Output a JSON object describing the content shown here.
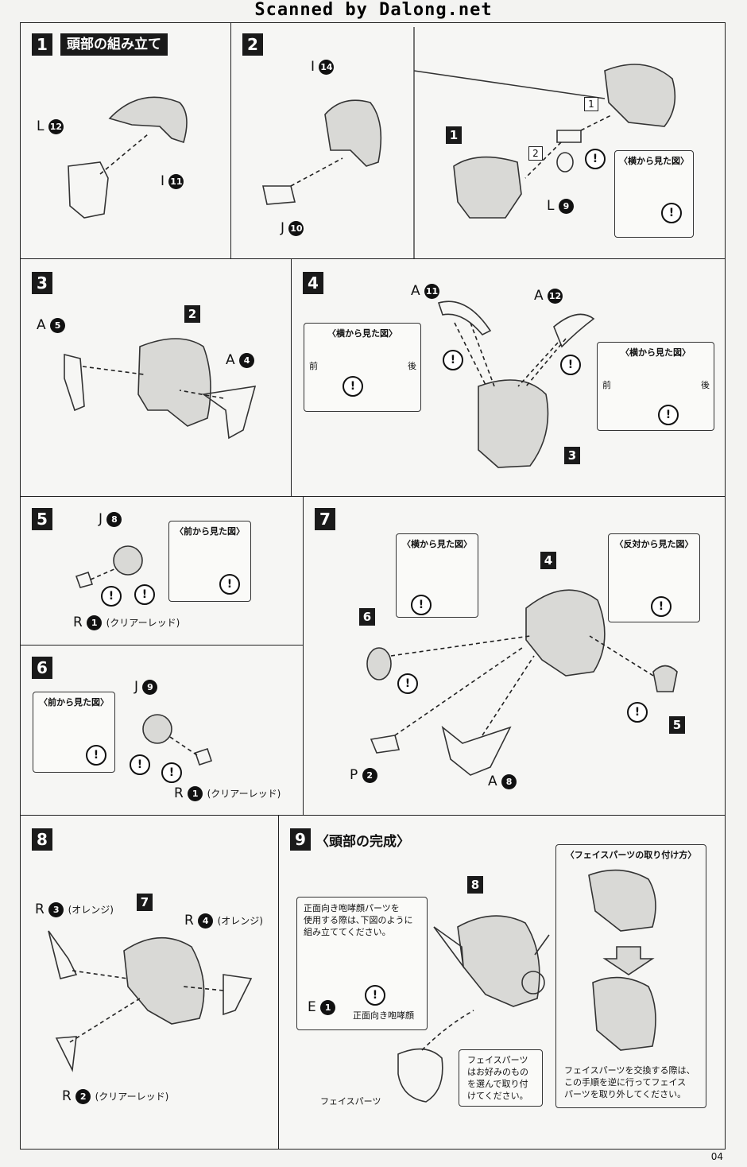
{
  "header": {
    "text": "Scanned by Dalong.net"
  },
  "page_number": "04",
  "steps": {
    "s1": {
      "num": "1",
      "title": "頭部の組み立て",
      "labels": {
        "L12": "L",
        "I11": "I"
      },
      "parts": {
        "L12_n": "12",
        "I11_n": "11"
      }
    },
    "s2": {
      "num": "2",
      "labels": {
        "I14": "I",
        "J10": "J",
        "L9": "L"
      },
      "nums": {
        "I14_n": "14",
        "J10_n": "10",
        "L9_n": "9",
        "ref1": "1",
        "box1": "1",
        "box2": "2"
      },
      "callout_title": "〈横から見た図〉"
    },
    "s3": {
      "num": "3",
      "labels": {
        "A5": "A",
        "A4": "A"
      },
      "nums": {
        "A5_n": "5",
        "A4_n": "4",
        "ref2": "2"
      }
    },
    "s4": {
      "num": "4",
      "labels": {
        "A11": "A",
        "A12": "A"
      },
      "nums": {
        "A11_n": "11",
        "A12_n": "12",
        "ref3": "3"
      },
      "callout_left": {
        "title": "〈横から見た図〉",
        "front": "前",
        "back": "後"
      },
      "callout_right": {
        "title": "〈横から見た図〉",
        "front": "前",
        "back": "後"
      }
    },
    "s5": {
      "num": "5",
      "labels": {
        "J8": "J",
        "R1": "R"
      },
      "nums": {
        "J8_n": "8",
        "R1_n": "1"
      },
      "r_note": "(クリアーレッド)",
      "callout_title": "〈前から見た図〉"
    },
    "s6": {
      "num": "6",
      "labels": {
        "J9": "J",
        "R1": "R"
      },
      "nums": {
        "J9_n": "9",
        "R1_n": "1"
      },
      "r_note": "(クリアーレッド)",
      "callout_title": "〈前から見た図〉"
    },
    "s7": {
      "num": "7",
      "labels": {
        "P2": "P",
        "A8": "A"
      },
      "nums": {
        "P2_n": "2",
        "A8_n": "8",
        "ref4": "4",
        "ref5": "5",
        "ref6": "6"
      },
      "callout_left": "〈横から見た図〉",
      "callout_right": "〈反対から見た図〉"
    },
    "s8": {
      "num": "8",
      "labels": {
        "R3": "R",
        "R4": "R",
        "R2": "R"
      },
      "nums": {
        "R3_n": "3",
        "R4_n": "4",
        "R2_n": "2",
        "ref7": "7"
      },
      "r3_note": "(オレンジ)",
      "r4_note": "(オレンジ)",
      "r2_note": "(クリアーレッド)"
    },
    "s9": {
      "num": "9",
      "title": "〈頭部の完成〉",
      "ref8": "8",
      "box_note": [
        "正面向き咆哮顔パーツを",
        "使用する際は､下図のように",
        "組み立ててください。"
      ],
      "e_label": "E",
      "e_n": "1",
      "face_front": "正面向き咆哮顔",
      "face_part": "フェイスパーツ",
      "face_note": [
        "フェイスパーツ",
        "はお好みのもの",
        "を選んで取り付",
        "けてください。"
      ],
      "attach_title": "〈フェイスパーツの取り付け方〉",
      "attach_note": [
        "フェイスパーツを交換する際は、",
        "この手順を逆に行ってフェイス",
        "パーツを取り外してください。"
      ]
    }
  },
  "warning_symbol": "!"
}
